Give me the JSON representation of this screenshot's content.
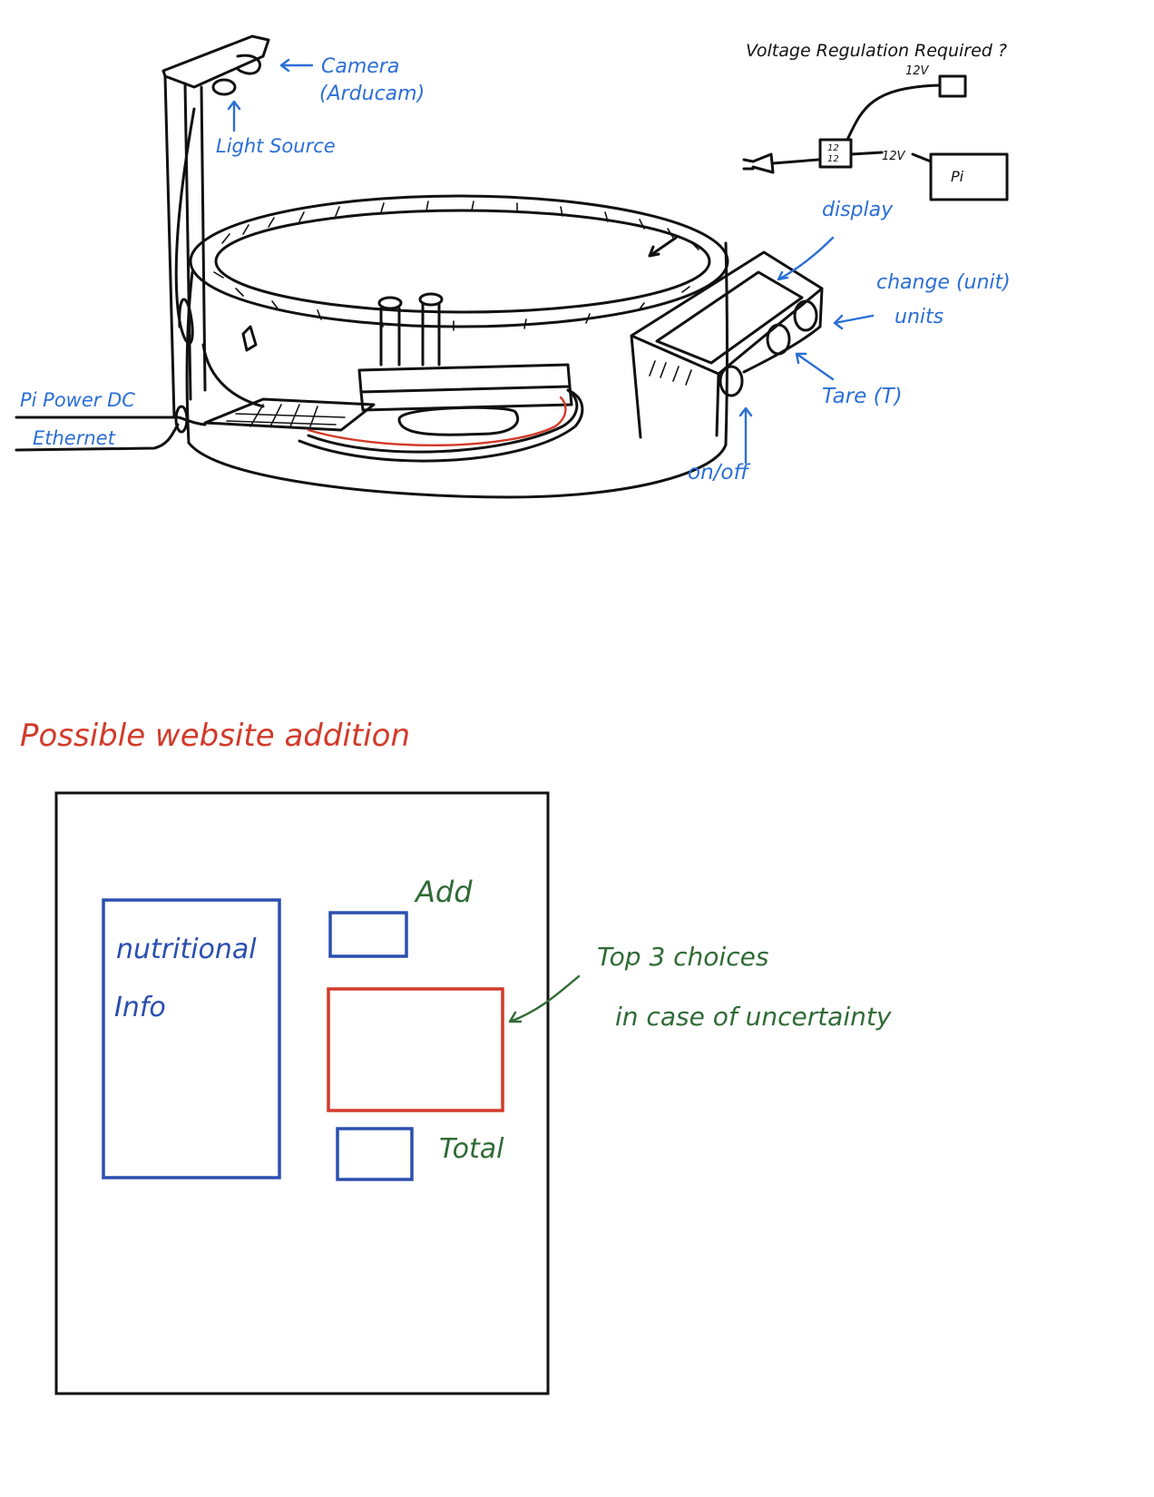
{
  "labels": {
    "camera": "Camera",
    "arducam": "(Arducam)",
    "light_source": "Light Source",
    "pi_power": "Pi Power DC",
    "ethernet": "Ethernet",
    "voltage_question": "Voltage Regulation Required ?",
    "v12_top": "12V",
    "v12_mid": "12V",
    "reg_top": "12",
    "reg_bottom": "12",
    "pi": "Pi",
    "display": "display",
    "change_unit": "change (unit)",
    "units": "units",
    "tare": "Tare (T)",
    "onoff": "on/off"
  },
  "website": {
    "heading": "Possible website addition",
    "nutrition_line1": "nutritional",
    "nutrition_line2": "Info",
    "add": "Add",
    "top_choices_line1": "Top 3 choices",
    "top_choices_line2": "in case of uncertainty",
    "total": "Total"
  },
  "colors": {
    "ink": "#111111",
    "blue": "#2b6fd6",
    "red": "#d23a2a",
    "green": "#2f6b35"
  }
}
